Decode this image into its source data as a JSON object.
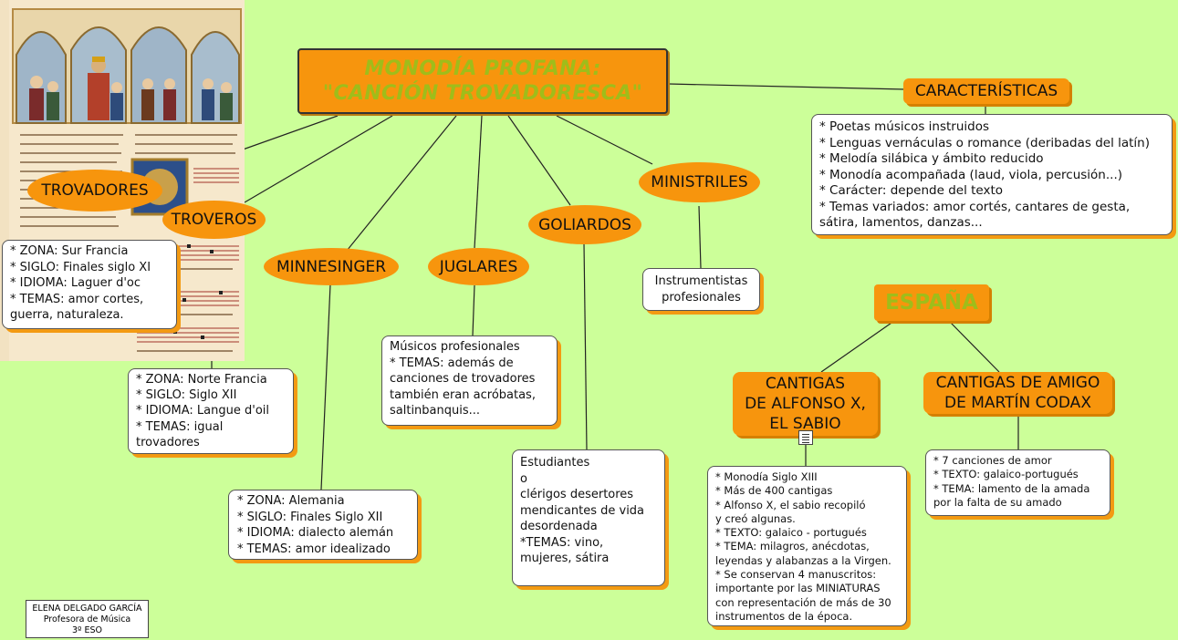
{
  "title": {
    "line1": "MONODÍA PROFANA:",
    "line2": "\"CANCIÓN TROVADORESCA\""
  },
  "topics": {
    "trovadores": "TROVADORES",
    "troveros": "TROVEROS",
    "minnesinger": "MINNESINGER",
    "juglares": "JUGLARES",
    "goliardos": "GOLIARDOS",
    "ministriles": "MINISTRILES",
    "caracteristicas": "CARACTERÍSTICAS",
    "espana": "ESPAÑA",
    "cantigas_alfonso": [
      "CANTIGAS",
      "DE ALFONSO X,",
      "EL SABIO"
    ],
    "cantigas_amigo": [
      "CANTIGAS DE AMIGO",
      "DE MARTÍN CODAX"
    ]
  },
  "notes": {
    "trovadores": [
      "* ZONA: Sur Francia",
      "* SIGLO: Finales siglo XI",
      "* IDIOMA: Laguer d'oc",
      "* TEMAS: amor cortes,",
      "guerra, naturaleza."
    ],
    "troveros": [
      "* ZONA: Norte Francia",
      "* SIGLO: Siglo XII",
      "* IDIOMA: Langue d'oil",
      "* TEMAS: igual",
      "trovadores"
    ],
    "minnesinger": [
      "* ZONA: Alemania",
      "* SIGLO: Finales Siglo XII",
      "* IDIOMA: dialecto alemán",
      "* TEMAS: amor idealizado"
    ],
    "juglares": [
      "Músicos profesionales",
      "* TEMAS: además de",
      "canciones de trovadores",
      "también eran acróbatas,",
      "saltinbanquis..."
    ],
    "goliardos": [
      "Estudiantes",
      "o",
      "clérigos desertores",
      "mendicantes de vida",
      "desordenada",
      "*TEMAS: vino,",
      "mujeres, sátira"
    ],
    "ministriles": [
      "Instrumentistas",
      "profesionales"
    ],
    "caracteristicas": [
      "* Poetas músicos instruidos",
      "* Lenguas vernáculas o romance (deribadas del latín)",
      "* Melodía silábica y ámbito reducido",
      "* Monodía acompañada (laud, viola, percusión...)",
      "* Carácter: depende del texto",
      "* Temas variados: amor cortés, cantares de gesta,",
      "sátira, lamentos, danzas..."
    ],
    "cantigas_alfonso": [
      "* Monodía Siglo XIII",
      "* Más de 400 cantigas",
      "* Alfonso X, el sabio recopiló",
      "y creó algunas.",
      "* TEXTO: galaico - portugués",
      "* TEMA: milagros, anécdotas,",
      "leyendas y alabanzas a la Virgen.",
      "* Se conservan 4 manuscritos:",
      "importante por las MINIATURAS",
      "con representación de más de 30",
      "instrumentos de la época."
    ],
    "cantigas_amigo": [
      "* 7 canciones de amor",
      "* TEXTO: galaico-portugués",
      "* TEMA: lamento de la amada",
      "por la falta de su amado"
    ]
  },
  "credit": [
    "ELENA DELGADO GARCÍA",
    "Profesora de Música",
    "3º ESO"
  ],
  "icons": {
    "manuscript": "medieval-manuscript-illustration",
    "note": "note-icon"
  },
  "colors": {
    "background": "#ccff99",
    "topic_fill": "#f7950d",
    "title_text": "#9fbd1a",
    "box_shadow": "#f39a12"
  }
}
